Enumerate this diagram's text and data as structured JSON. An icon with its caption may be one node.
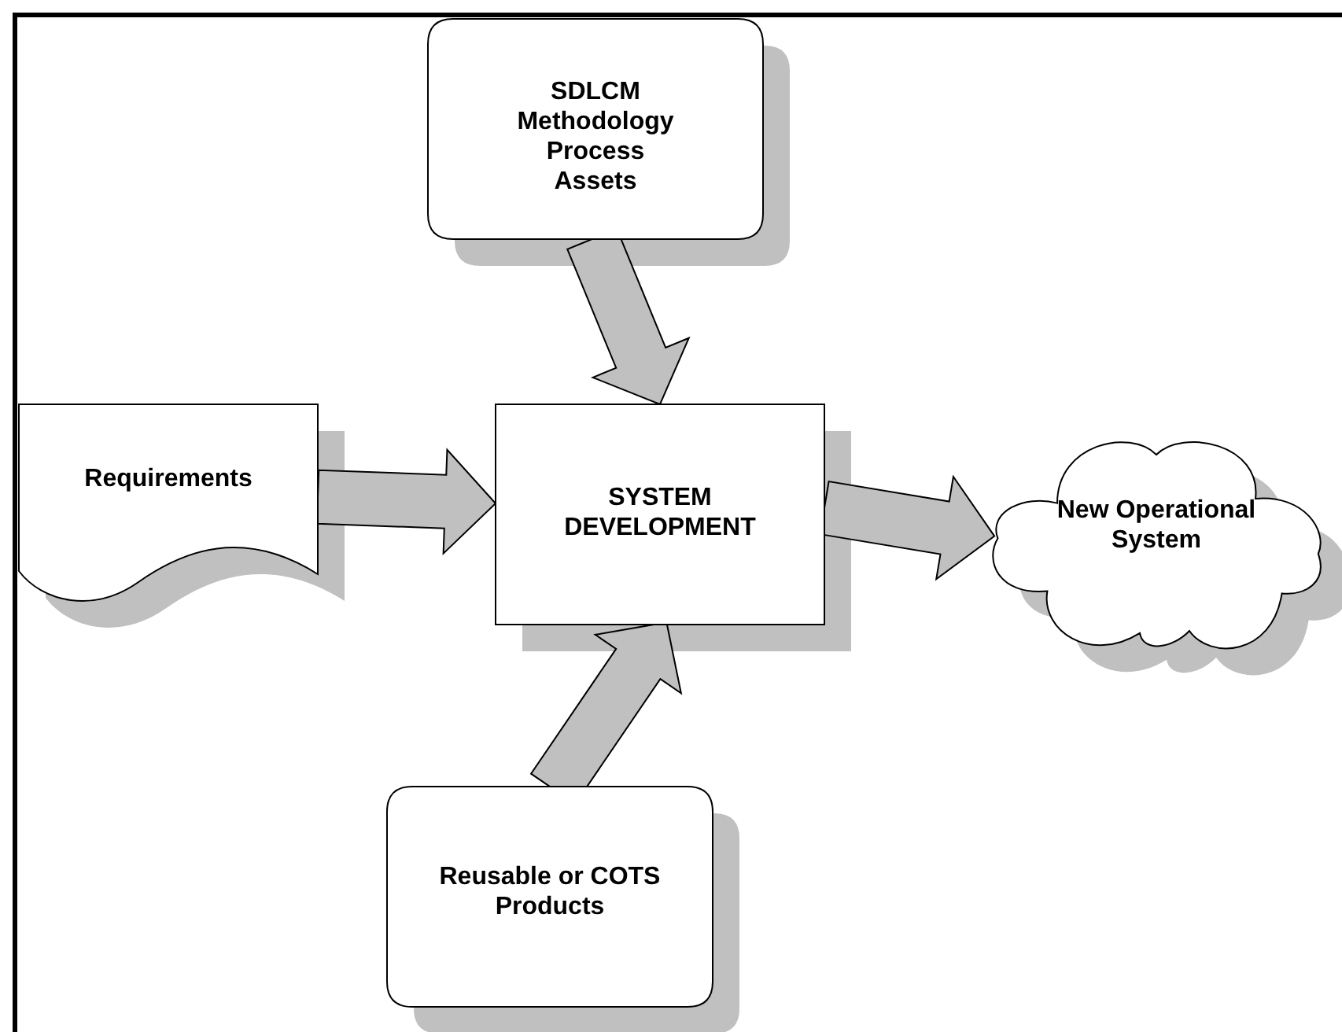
{
  "diagram": {
    "nodes": [
      {
        "text": [
          "SDLCM Methodology Process Assets"
        ]
      },
      {
        "text": [
          "Requirements"
        ]
      },
      {
        "text": [
          "SYSTEM DEVELOPMENT"
        ]
      },
      {
        "text": [
          "New Operational System"
        ]
      },
      {
        "text": [
          "Reusable or COTS Products"
        ]
      }
    ],
    "edges": [
      {
        "from": 0,
        "to": 2,
        "arrow": "to",
        "style": "thick"
      },
      {
        "from": 1,
        "to": 2,
        "arrow": "to",
        "style": "thick"
      },
      {
        "from": 2,
        "to": 3,
        "arrow": "to",
        "style": "thick"
      },
      {
        "from": 4,
        "to": 2,
        "arrow": "to",
        "style": "thick"
      }
    ]
  }
}
